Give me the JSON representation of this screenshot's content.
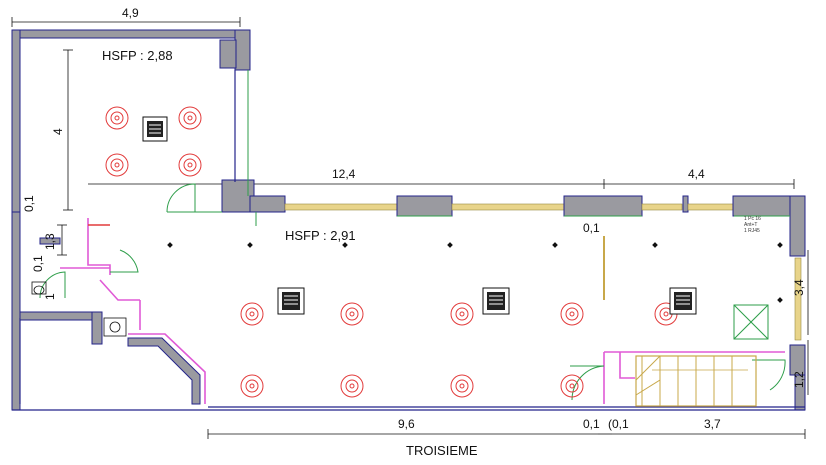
{
  "plan": {
    "title": "TROISIEME",
    "room_labels": {
      "upper_room_height": "HSFP : 2,88",
      "main_room_height": "HSFP : 2,91"
    },
    "dimensions": {
      "top_width": "4,9",
      "upper_room_depth": "4",
      "mid_span": "12,4",
      "right_span": "4,4",
      "left_small": "0,1",
      "left_13": "1,3",
      "left_01b": "0,1",
      "left_1": "1",
      "inner_01": "0,1",
      "right_34": "3,4",
      "right_12": "1,2",
      "bottom_96": "9,6",
      "bottom_01a": "0,1",
      "bottom_01b": "(0,1",
      "bottom_37": "3,7"
    },
    "electrical_note": [
      "1 Pc 16",
      "Ant+T",
      "1 RJ45"
    ]
  },
  "colors": {
    "wall_fill": "#9a9aa0",
    "wall_outline": "#23238a",
    "partition": "#e05ad6",
    "door_swing": "#2e9e4a",
    "spotlight": "#e23b3b",
    "window": "#e8d48a"
  }
}
